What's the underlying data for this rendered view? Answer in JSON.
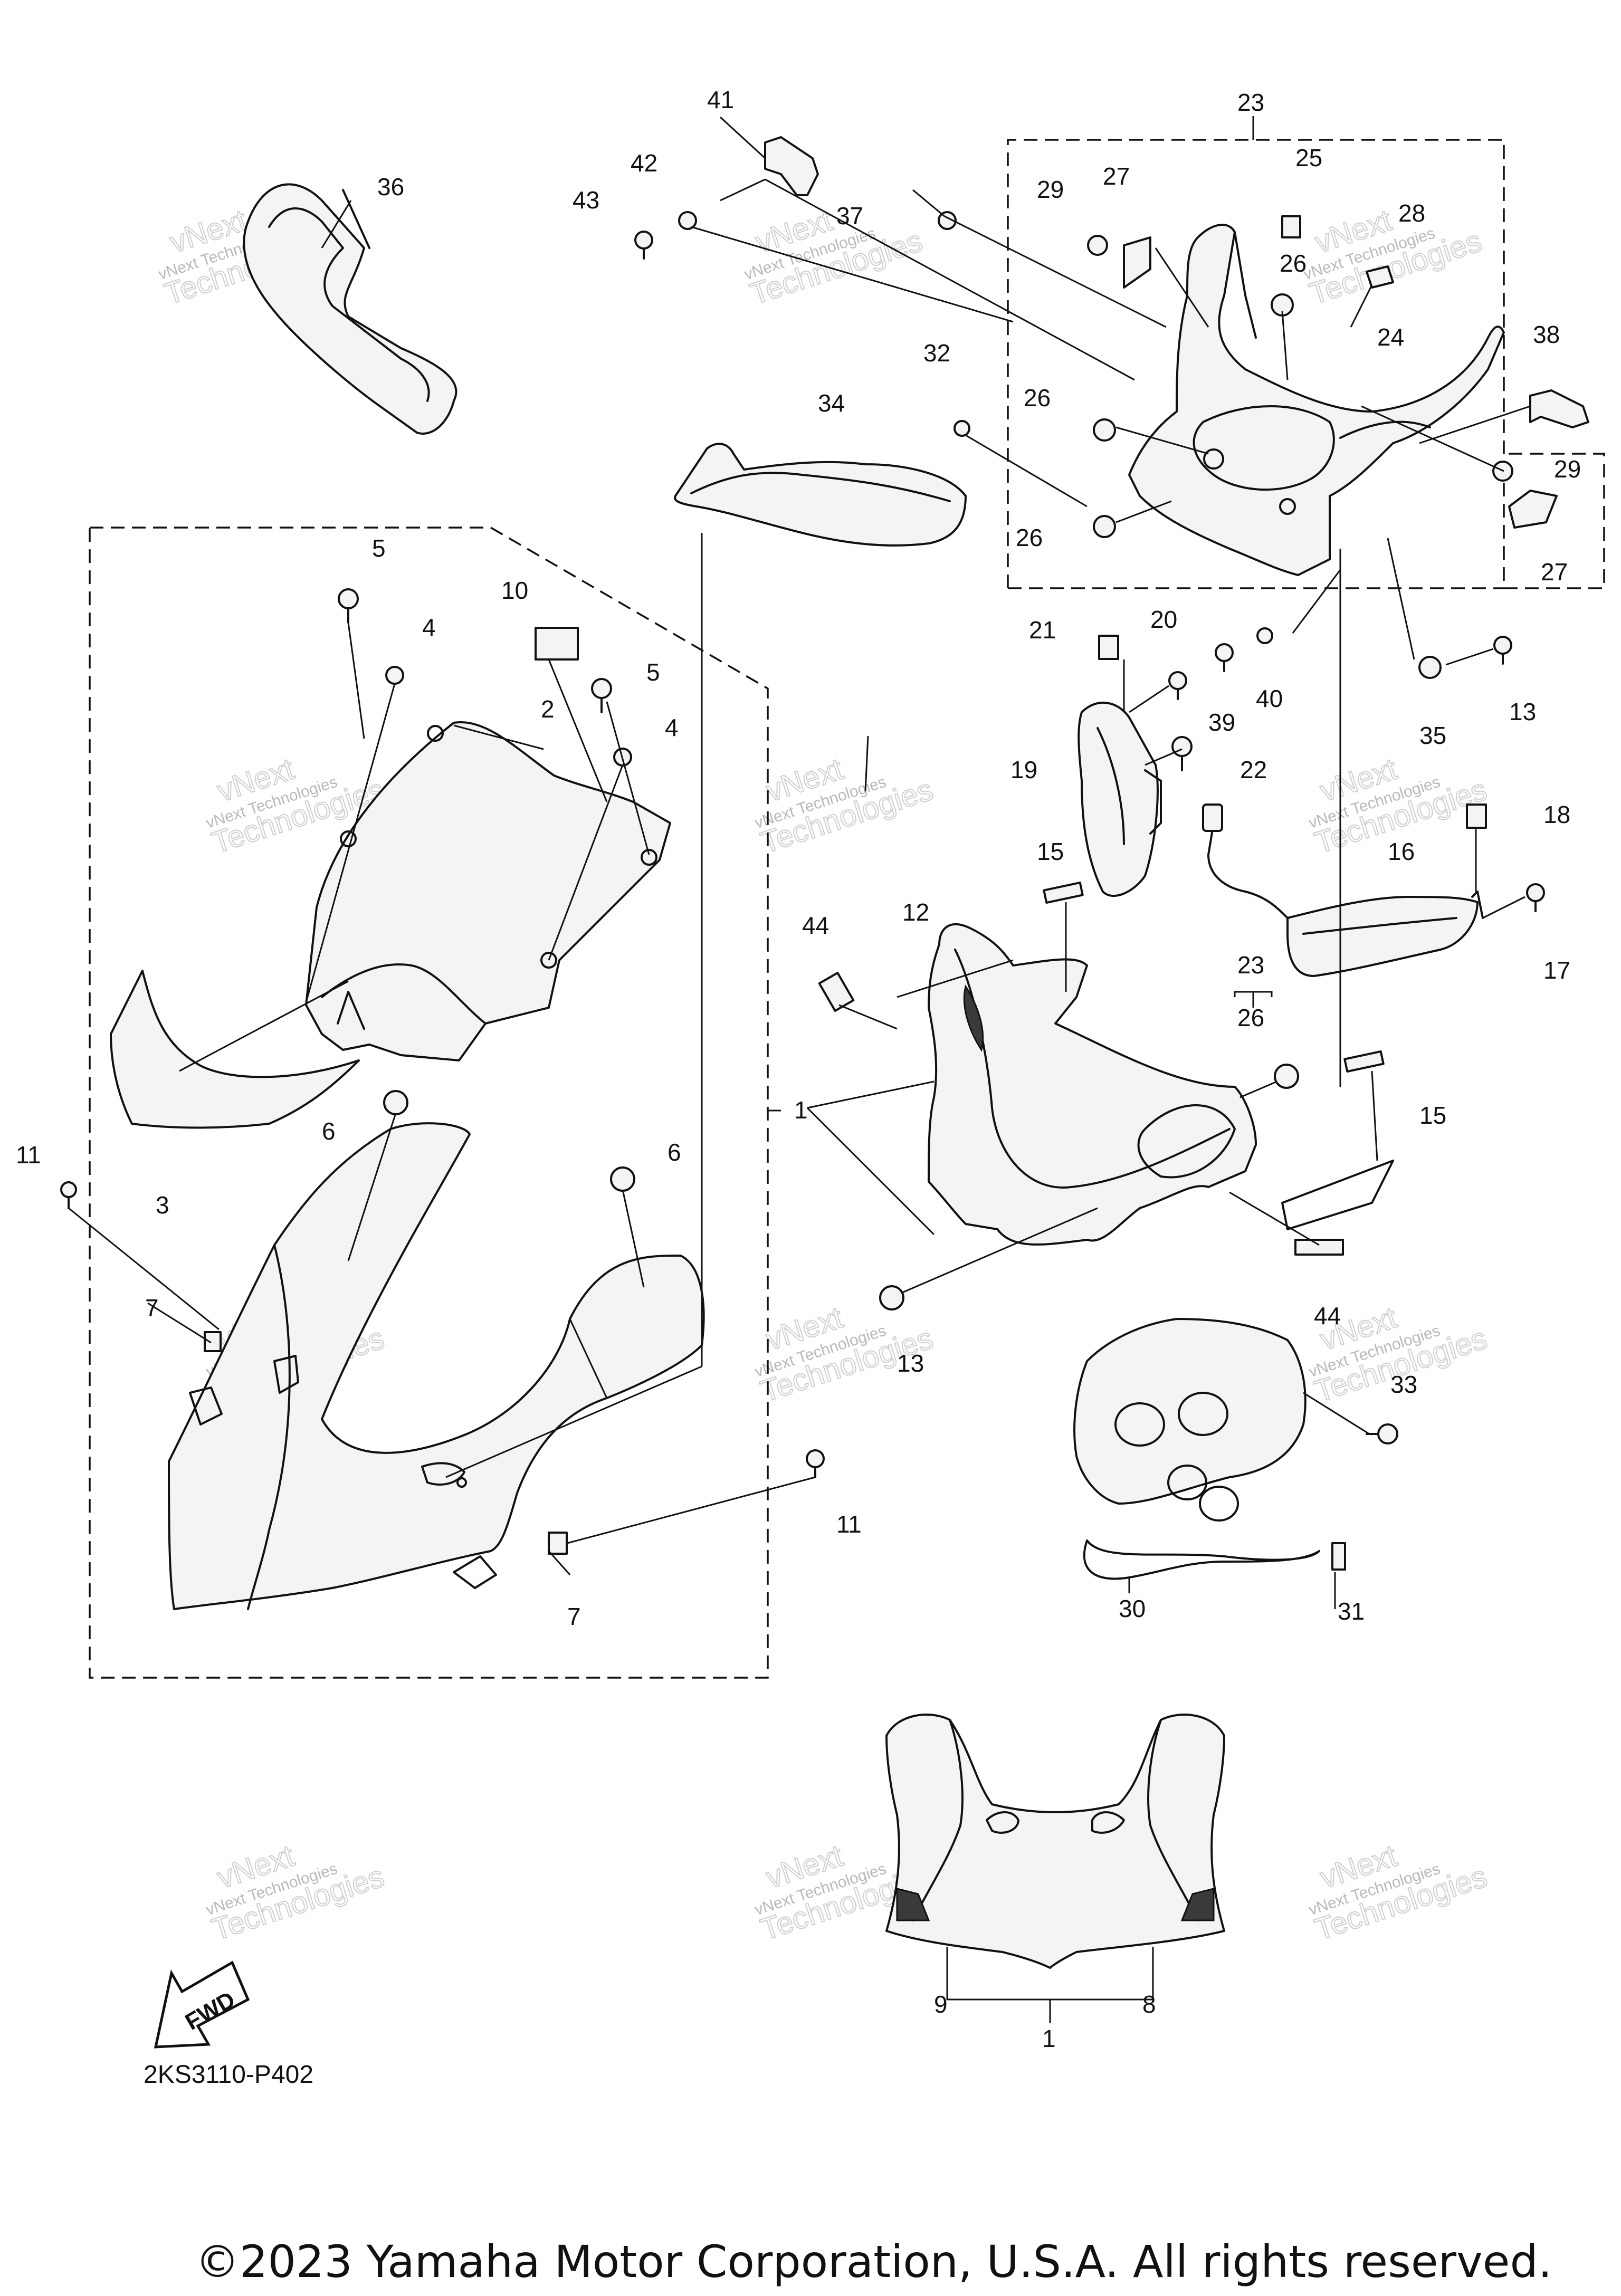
{
  "diagram": {
    "code": "2KS3110-P402",
    "copyright": "©2023 Yamaha Motor Corporation, U.S.A. All rights reserved.",
    "fwd_label": "FWD",
    "watermark": {
      "line1": "vNext Technologies",
      "line2": "vNext",
      "line3": "Technologies"
    },
    "callouts": {
      "c1a": "1",
      "c1b": "1",
      "c2": "2",
      "c3": "3",
      "c4a": "4",
      "c4b": "4",
      "c5a": "5",
      "c5b": "5",
      "c6a": "6",
      "c6b": "6",
      "c7a": "7",
      "c7b": "7",
      "c8": "8",
      "c9": "9",
      "c10": "10",
      "c11a": "11",
      "c11b": "11",
      "c12": "12",
      "c13a": "13",
      "c13b": "13",
      "c15a": "15",
      "c15b": "15",
      "c16": "16",
      "c17": "17",
      "c18": "18",
      "c19": "19",
      "c20": "20",
      "c21": "21",
      "c22": "22",
      "c23a": "23",
      "c23b": "23",
      "c24": "24",
      "c25": "25",
      "c26a": "26",
      "c26b": "26",
      "c26c": "26",
      "c26d": "26",
      "c27a": "27",
      "c27b": "27",
      "c28": "28",
      "c29a": "29",
      "c29b": "29",
      "c30": "30",
      "c31": "31",
      "c32": "32",
      "c33": "33",
      "c34": "34",
      "c35": "35",
      "c36": "36",
      "c37": "37",
      "c38": "38",
      "c39": "39",
      "c40": "40",
      "c41": "41",
      "c42": "42",
      "c43": "43",
      "c44a": "44",
      "c44b": "44"
    }
  }
}
